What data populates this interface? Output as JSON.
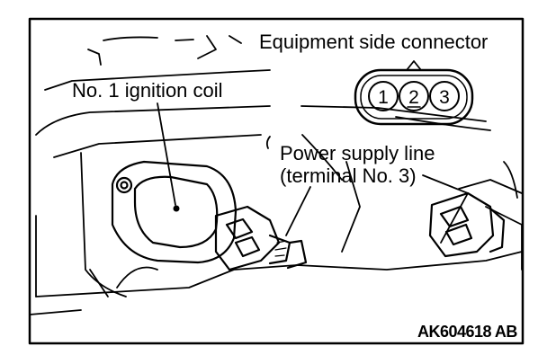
{
  "labels": {
    "connector": "Equipment side connector",
    "coil": "No. 1 ignition coil",
    "power_line_1": "Power supply line",
    "power_line_2": "(terminal No. 3)",
    "figure_code": "AK604618 AB"
  },
  "connector_pins": [
    "1",
    "2",
    "3"
  ],
  "colors": {
    "line": "#000000",
    "background": "#ffffff"
  }
}
